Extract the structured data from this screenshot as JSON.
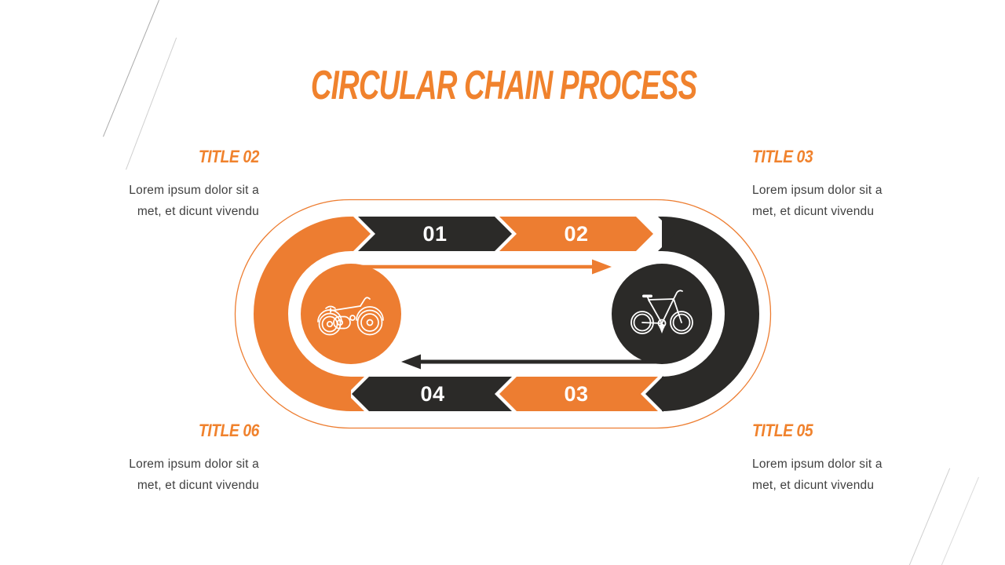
{
  "slide": {
    "title": "CIRCULAR CHAIN PROCESS",
    "background_color": "#FFFFFF",
    "accent_color": "#ED7D31",
    "dark_color": "#2B2A28",
    "body_text_color": "#3F3F3F",
    "title_color": "#F0822D"
  },
  "callouts": [
    {
      "position": "top-left",
      "label": "TITLE 02",
      "line1": "Lorem ipsum dolor sit a",
      "line2": "met, et dicunt vivendu"
    },
    {
      "position": "top-right",
      "label": "TITLE 03",
      "line1": "Lorem ipsum dolor sit a",
      "line2": "met, et dicunt vivendu"
    },
    {
      "position": "bottom-left",
      "label": "TITLE 06",
      "line1": "Lorem ipsum dolor sit a",
      "line2": "met, et dicunt vivendu"
    },
    {
      "position": "bottom-right",
      "label": "TITLE 05",
      "line1": "Lorem ipsum dolor sit a",
      "line2": "met, et dicunt vivendu"
    }
  ],
  "diagram": {
    "type": "circular-chain-process-loop",
    "steps": [
      {
        "number": "01",
        "color": "#2B2A28",
        "direction": "right"
      },
      {
        "number": "02",
        "color": "#ED7D31",
        "direction": "right"
      },
      {
        "number": "03",
        "color": "#ED7D31",
        "direction": "left"
      },
      {
        "number": "04",
        "color": "#2B2A28",
        "direction": "left"
      }
    ],
    "icons": {
      "left": "bicycle-icon",
      "right": "bicycle-icon"
    },
    "arrows": [
      {
        "name": "forward-arrow",
        "color": "#ED7D31",
        "direction": "right"
      },
      {
        "name": "return-arrow",
        "color": "#2B2A28",
        "direction": "left"
      }
    ]
  }
}
